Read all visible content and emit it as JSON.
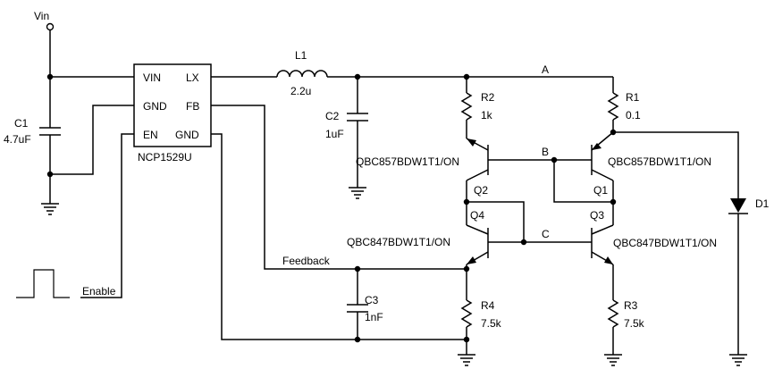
{
  "labels": {
    "vin": "Vin",
    "c1_name": "C1",
    "c1_value": "4.7uF",
    "ic_vin": "VIN",
    "ic_gnd": "GND",
    "ic_en": "EN",
    "ic_lx": "LX",
    "ic_fb": "FB",
    "ic_gnd2": "GND",
    "ic_name": "NCP1529U",
    "l1_name": "L1",
    "l1_value": "2.2u",
    "c2_name": "C2",
    "c2_value": "1uF",
    "r2_name": "R2",
    "r2_value": "1k",
    "r1_name": "R1",
    "r1_value": "0.1",
    "node_a": "A",
    "node_b": "B",
    "node_c": "C",
    "q2_part": "QBC857BDW1T1/ON",
    "q1_part": "QBC857BDW1T1/ON",
    "q2_name": "Q2",
    "q1_name": "Q1",
    "q4_name": "Q4",
    "q3_name": "Q3",
    "q4_part": "QBC847BDW1T1/ON",
    "q3_part": "QBC847BDW1T1/ON",
    "d1_name": "D1",
    "feedback": "Feedback",
    "enable": "Enable",
    "c3_name": "C3",
    "c3_value": "1nF",
    "r4_name": "R4",
    "r4_value": "7.5k",
    "r3_name": "R3",
    "r3_value": "7.5k"
  }
}
